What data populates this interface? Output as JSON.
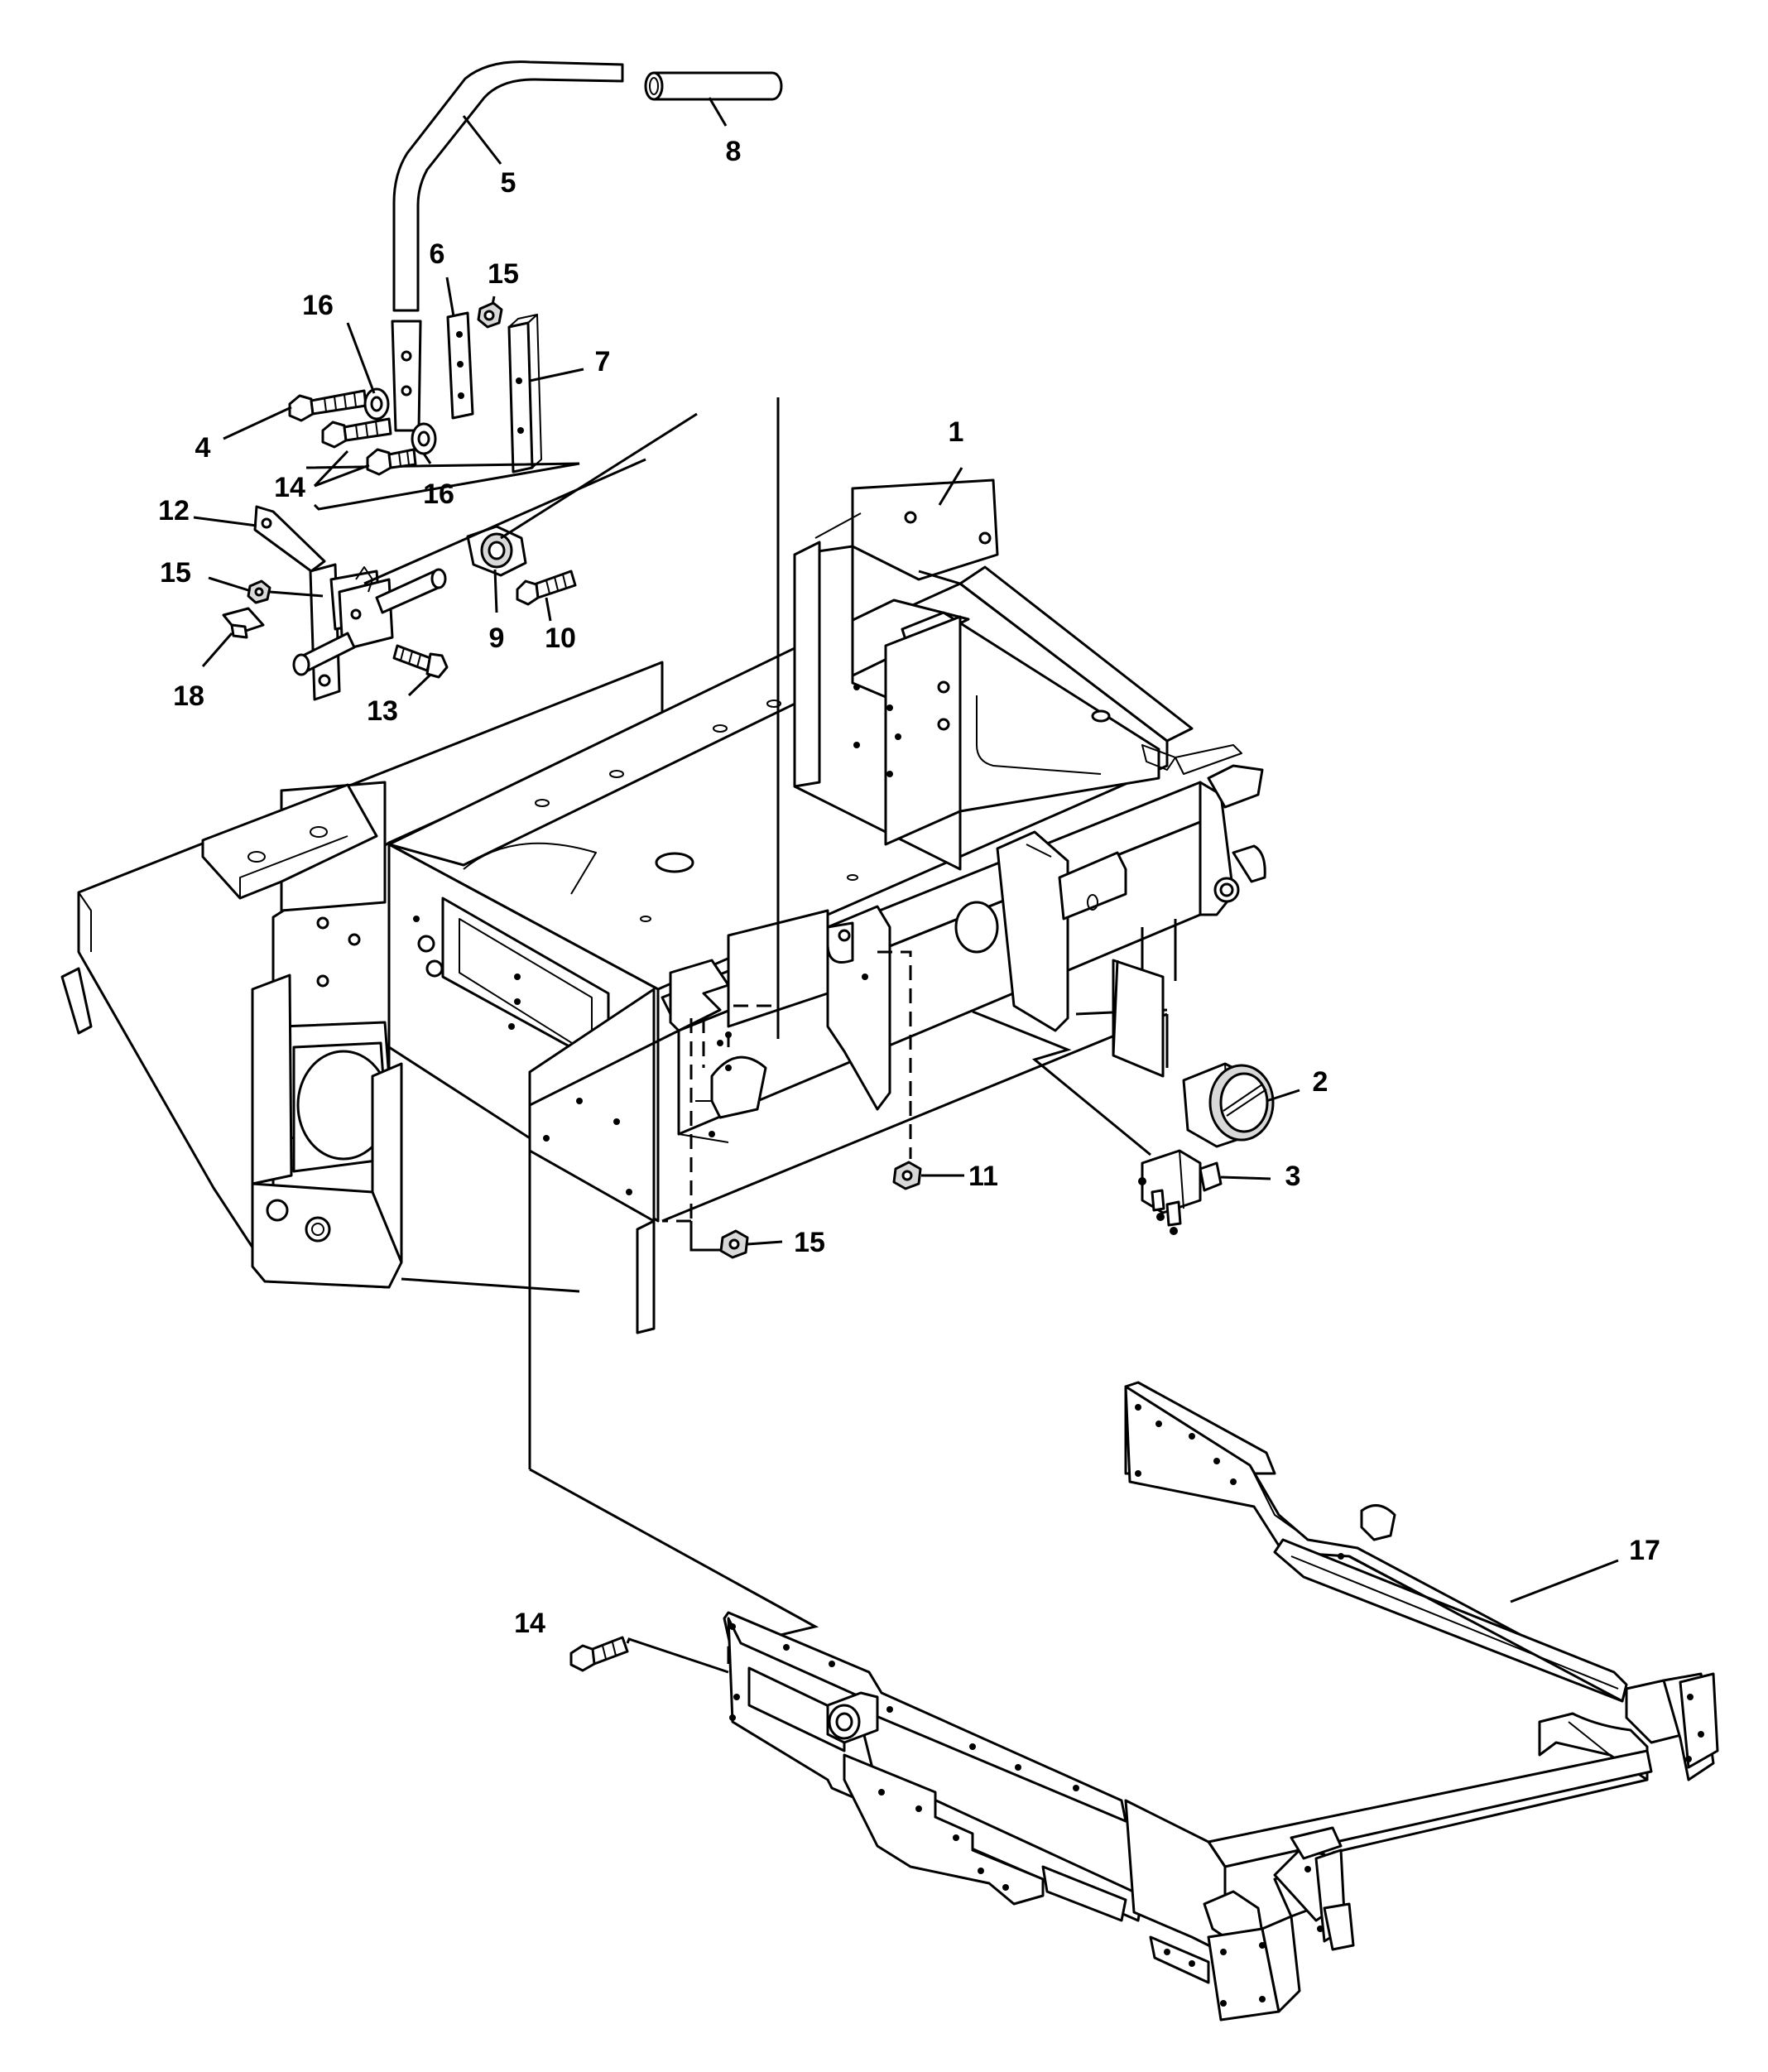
{
  "callouts": {
    "c1": "1",
    "c2": "2",
    "c3": "3",
    "c4": "4",
    "c5": "5",
    "c6": "6",
    "c7": "7",
    "c8": "8",
    "c9": "9",
    "c10": "10",
    "c11": "11",
    "c12": "12",
    "c13": "13",
    "c14a": "14",
    "c14b": "14",
    "c15a": "15",
    "c15b": "15",
    "c15c": "15",
    "c16a": "16",
    "c16b": "16",
    "c17": "17",
    "c18": "18"
  }
}
